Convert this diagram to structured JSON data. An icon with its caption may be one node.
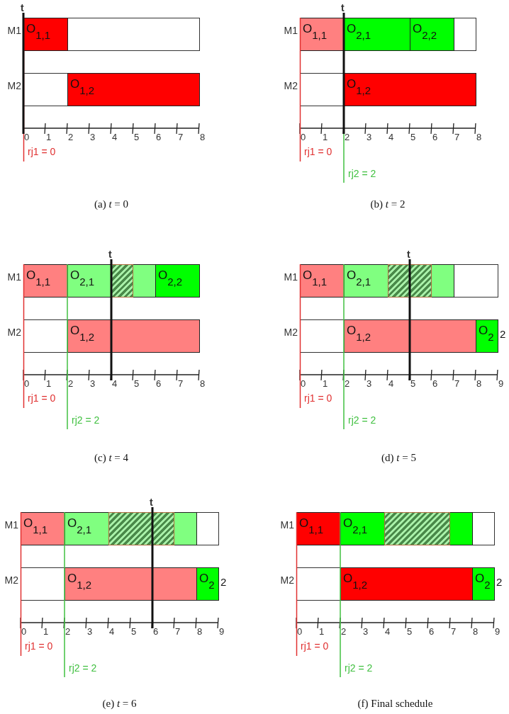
{
  "diagram": {
    "nodes": [
      {
        "text": [
          "O$_{1,1}$"
        ]
      },
      {
        "text": [],
        "shape": "box"
      },
      {
        "text": [],
        "shape": "box"
      },
      {
        "text": [
          "O$_{1,2}$"
        ]
      },
      {
        "text": [
          "O$_{1,1}$"
        ]
      },
      {
        "text": [
          "O$_{2,1}$"
        ]
      },
      {
        "text": [
          "O$_{2,2}$"
        ]
      },
      {
        "text": [],
        "shape": "box"
      },
      {
        "text": [],
        "shape": "box"
      },
      {
        "text": [
          "O$_{1,2}$"
        ]
      },
      {
        "text": [
          "O$_{1,1}$"
        ]
      },
      {
        "text": [
          "O$_{2,1}$"
        ]
      },
      {
        "text": [],
        "shape": "bar",
        "in": 11
      },
      {
        "text": [
          "O$_{2,2}$"
        ]
      },
      {
        "text": [],
        "shape": "box"
      },
      {
        "text": [
          "O$_{1,2}$"
        ]
      },
      {
        "text": [
          "O$_{1,1}$"
        ]
      },
      {
        "text": [
          "O$_{2,1}$"
        ]
      },
      {
        "text": [],
        "shape": "bar",
        "in": 17
      },
      {
        "text": [],
        "shape": "box"
      },
      {
        "text": [],
        "shape": "box"
      },
      {
        "text": [
          "O$_{1,2}$"
        ]
      },
      {
        "text": [
          "O$_{2}$"
        ],
        "beside": [
          "2"
        ]
      },
      {
        "text": [
          "O$_{1,1}$"
        ]
      },
      {
        "text": [
          "O$_{2,1}$"
        ]
      },
      {
        "text": [],
        "shape": "bar",
        "in": 24
      },
      {
        "text": [],
        "shape": "box"
      },
      {
        "text": [],
        "shape": "box"
      },
      {
        "text": [
          "O$_{1,2}$"
        ]
      },
      {
        "text": [
          "O$_{2}$"
        ],
        "beside": [
          "2"
        ]
      },
      {
        "text": [
          "O$_{1,1}$"
        ]
      },
      {
        "text": [
          "O$_{2,1}$"
        ]
      },
      {
        "text": [],
        "shape": "bar",
        "in": 31
      },
      {
        "text": [],
        "shape": "box"
      },
      {
        "text": [],
        "shape": "box"
      },
      {
        "text": [
          "O$_{1,2}$"
        ]
      },
      {
        "text": [
          "O$_{2}$"
        ],
        "beside": [
          "2"
        ]
      }
    ],
    "labels": [
      "t",
      "M1",
      "M2",
      "0",
      "1",
      "2",
      "3",
      "4",
      "5",
      "6",
      "7",
      "8",
      "rj1 = 0",
      "(a) *t* = 0",
      "t",
      "M1",
      "M2",
      "0",
      "1",
      "2",
      "3",
      "4",
      "5",
      "6",
      "7",
      "8",
      "rj1 = 0",
      "rj2 = 2",
      "(b) *t* = 2",
      "t",
      "M1",
      "M2",
      "0",
      "1",
      "2",
      "3",
      "4",
      "5",
      "6",
      "7",
      "8",
      "rj1 = 0",
      "rj2 = 2",
      "(c) *t* = 4",
      "t",
      "M1",
      "M2",
      "0",
      "1",
      "2",
      "3",
      "4",
      "5",
      "6",
      "7",
      "8",
      "9",
      "rj1 = 0",
      "rj2 = 2",
      "(d) *t* = 5",
      "t",
      "M1",
      "M2",
      "0",
      "1",
      "2",
      "3",
      "4",
      "5",
      "6",
      "7",
      "8",
      "9",
      "rj1 = 0",
      "rj2 = 2",
      "(e) *t* = 6",
      "M1",
      "M2",
      "0",
      "1",
      "2",
      "3",
      "4",
      "5",
      "6",
      "7",
      "8",
      "9",
      "rj1 = 0",
      "rj2 = 2",
      "(f) Final schedule"
    ]
  }
}
